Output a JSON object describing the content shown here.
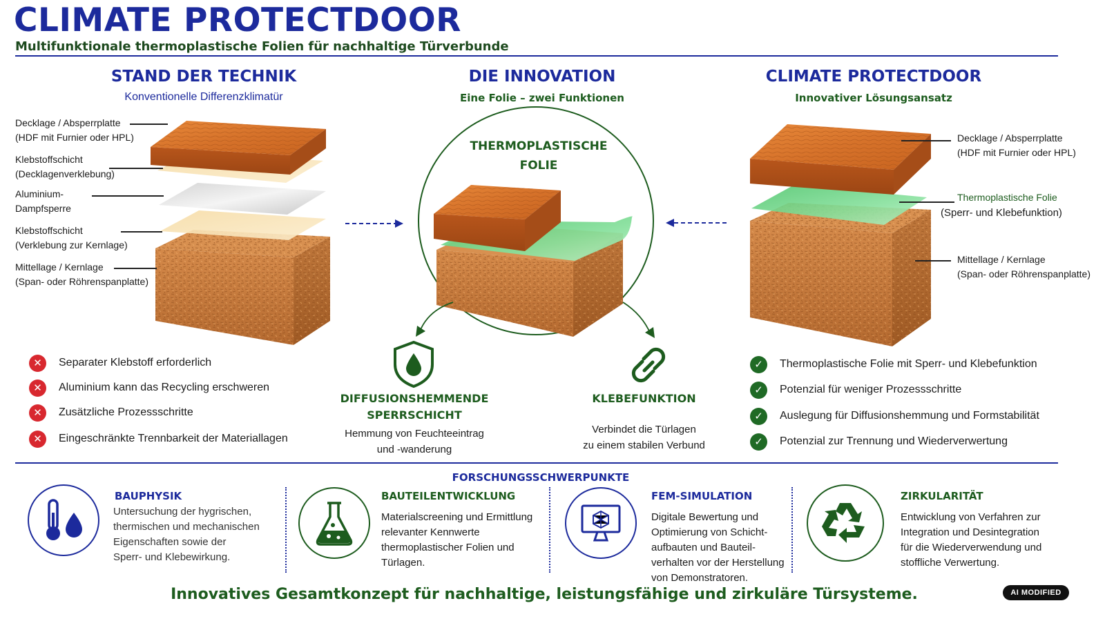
{
  "header": {
    "title": "CLIMATE PROTECTDOOR",
    "subtitle": "Multifunktionale thermoplastische Folien für nachhaltige Türverbunde"
  },
  "left": {
    "heading": "STAND DER TECHNIK",
    "subheading": "Konventionelle Differenzklimatür",
    "labels": [
      {
        "line1": "Decklage / Absperrplatte",
        "line2": "(HDF mit Furnier oder HPL)"
      },
      {
        "line1": "Klebstoffschicht",
        "line2": "(Decklagenverklebung)"
      },
      {
        "line1": "Aluminium-",
        "line2": "Dampfsperre"
      },
      {
        "line1": "Klebstoffschicht",
        "line2": "(Verklebung zur Kernlage)"
      },
      {
        "line1": "Mittellage / Kernlage",
        "line2": "(Span- oder Röhrenspanplatte)"
      }
    ],
    "cons": [
      "Separater Klebstoff erforderlich",
      "Aluminium kann das Recycling erschweren",
      "Zusätzliche Prozessschritte",
      "Eingeschränkte Trennbarkeit der Materiallagen"
    ]
  },
  "center": {
    "heading": "DIE INNOVATION",
    "subheading": "Eine Folie – zwei Funktionen",
    "circle_line1": "THERMOPLASTISCHE",
    "circle_line2": "FOLIE",
    "functions": [
      {
        "title1": "DIFFUSIONSHEMMENDE",
        "title2": "SPERRSCHICHT",
        "desc1": "Hemmung von Feuchteeintrag",
        "desc2": "und -wanderung",
        "icon": "shield-drop-icon"
      },
      {
        "title1": "KLEBEFUNKTION",
        "title2": "",
        "desc1": "Verbindet die Türlagen",
        "desc2": "zu einem stabilen Verbund",
        "icon": "chain-link-icon"
      }
    ]
  },
  "right": {
    "heading": "CLIMATE PROTECTDOOR",
    "subheading": "Innovativer Lösungsansatz",
    "labels": [
      {
        "line1": "Decklage / Absperrplatte",
        "line2": "(HDF mit Furnier oder HPL)"
      },
      {
        "line1": "Thermoplastische Folie",
        "line2": "(Sperr- und Klebefunktion)"
      },
      {
        "line1": "Mittellage / Kernlage",
        "line2": "(Span- oder Röhrenspanplatte)"
      }
    ],
    "pros": [
      "Thermoplastische Folie mit Sperr- und Klebefunktion",
      "Potenzial für weniger Prozessschritte",
      "Auslegung für Diffusionshemmung und Formstabilität",
      "Potenzial zur Trennung und Wiederverwertung"
    ]
  },
  "research": {
    "heading": "FORSCHUNGSSCHWERPUNKTE",
    "items": [
      {
        "title": "BAUPHYSIK",
        "lines": [
          "Untersuchung der hygrischen,",
          "thermischen und mechanischen",
          "Eigenschaften sowie der",
          "Sperr- und Klebewirkung."
        ],
        "icon": "thermometer-drop-icon"
      },
      {
        "title": "BAUTEILENTWICKLUNG",
        "lines": [
          "Materialscreening und Ermittlung",
          "relevanter Kennwerte",
          "thermoplastischer Folien und",
          "Türlagen."
        ],
        "icon": "flask-icon"
      },
      {
        "title": "FEM-SIMULATION",
        "lines": [
          "Digitale Bewertung und",
          "Optimierung von Schicht-",
          "aufbauten und Bauteil-",
          "verhalten vor der Herstellung",
          "von Demonstratoren."
        ],
        "icon": "monitor-mesh-icon"
      },
      {
        "title": "ZIRKULARITÄT",
        "lines": [
          "Entwicklung von Verfahren zur",
          "Integration und Desintegration",
          "für die Wiederverwendung und",
          "stoffliche Verwertung."
        ],
        "icon": "recycle-icon"
      }
    ]
  },
  "footer": "Innovatives Gesamtkonzept für nachhaltige, leistungsfähige und zirkuläre Türsysteme.",
  "ai_badge": "AI MODIFIED",
  "colors": {
    "navy": "#1c2a9c",
    "green": "#1d5c1e",
    "wood": "#d9772f",
    "foil": "#6fd68a",
    "red": "#d8282f"
  }
}
